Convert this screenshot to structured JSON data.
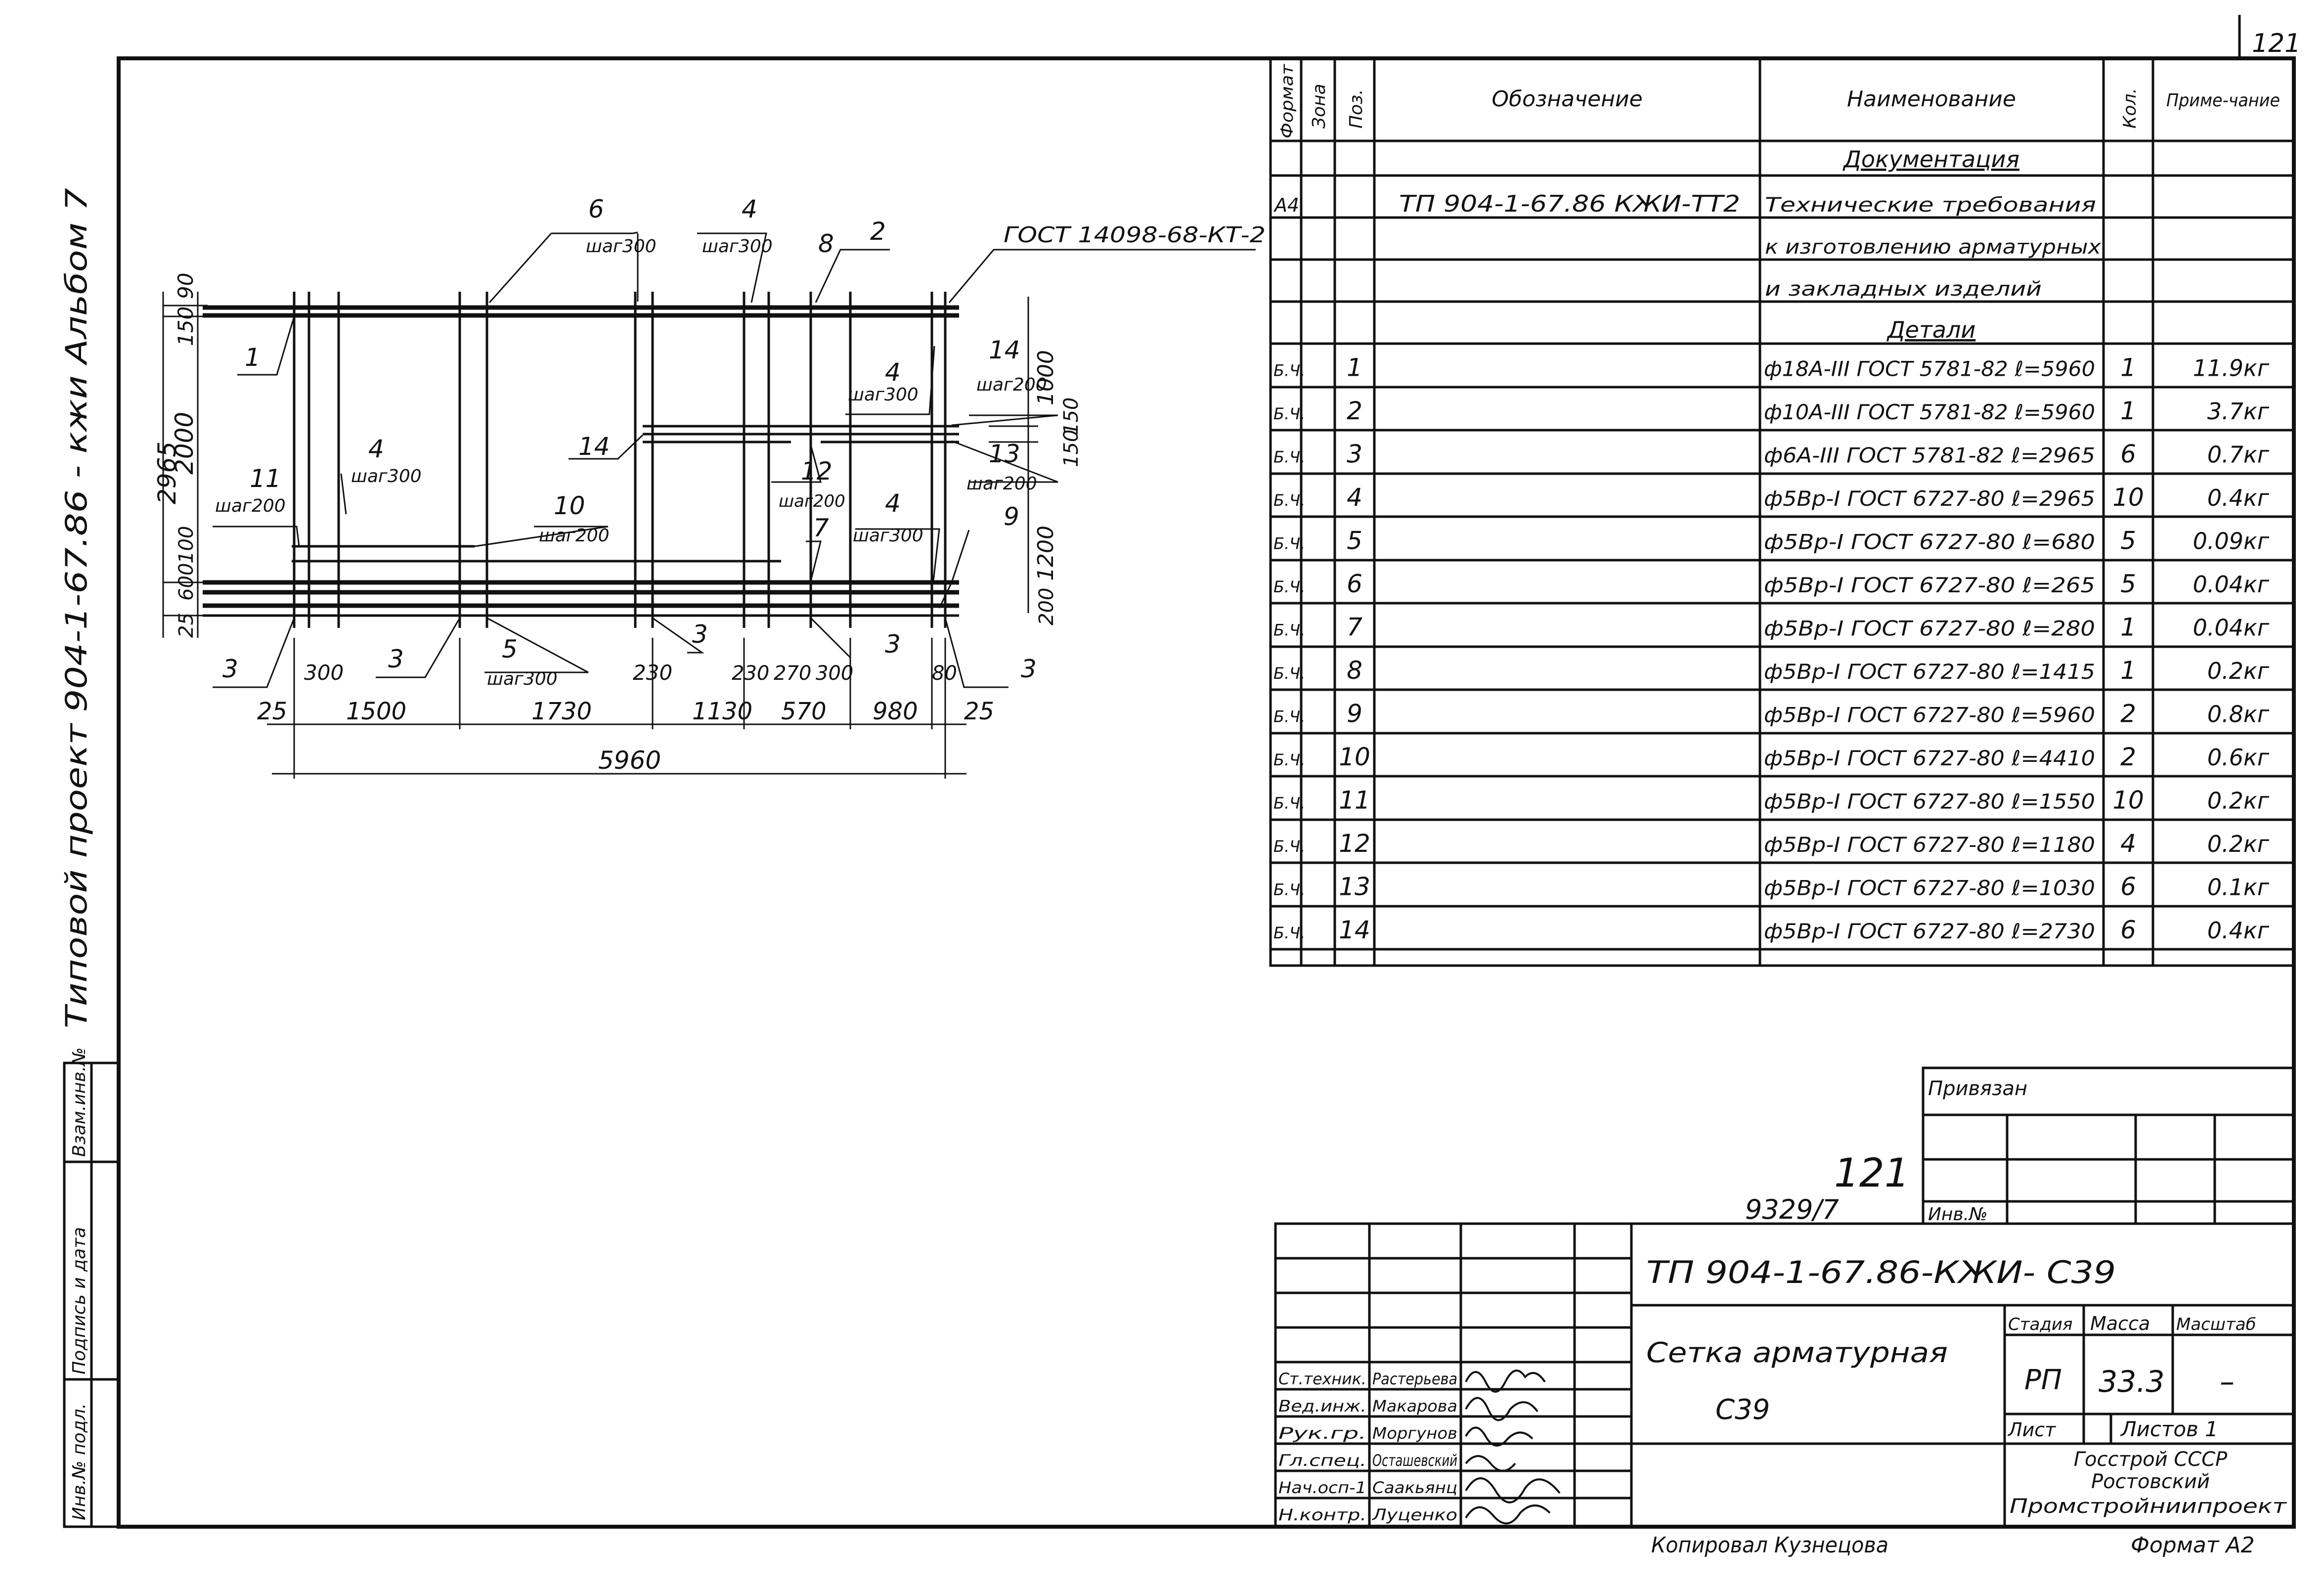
{
  "page_number": "121",
  "side_caption": "Типовой проект 904-1-67.86 - кжи Альбом 7",
  "side_stamp": {
    "col1": "Инв.№ подл.",
    "col2": "Подпись и дата",
    "col3": "Взам.инв.№"
  },
  "spec_table": {
    "headers": {
      "format": "Формат",
      "zone": "Зона",
      "pos": "Поз.",
      "designation": "Обозначение",
      "name": "Наименование",
      "qty": "Кол.",
      "note": "Приме-чание"
    },
    "section_docs": "Документация",
    "doc_format": "А4",
    "doc_designation": "ТП 904-1-67.86 КЖИ-ТТ2",
    "doc_name_lines": [
      "Технические требования",
      "к изготовлению арматурных",
      "и закладных изделий"
    ],
    "section_details": "Детали",
    "rows": [
      {
        "format": "Б.Ч.",
        "pos": "1",
        "name": "ф18А-III ГОСТ 5781-82 ℓ=5960",
        "qty": "1",
        "note": "11.9кг"
      },
      {
        "format": "Б.Ч.",
        "pos": "2",
        "name": "ф10А-III ГОСТ 5781-82 ℓ=5960",
        "qty": "1",
        "note": "3.7кг"
      },
      {
        "format": "Б.Ч.",
        "pos": "3",
        "name": "ф6А-III ГОСТ 5781-82 ℓ=2965",
        "qty": "6",
        "note": "0.7кг"
      },
      {
        "format": "Б.Ч.",
        "pos": "4",
        "name": "ф5Вр-I ГОСТ 6727-80 ℓ=2965",
        "qty": "10",
        "note": "0.4кг"
      },
      {
        "format": "Б.Ч.",
        "pos": "5",
        "name": "ф5Вр-I ГОСТ 6727-80 ℓ=680",
        "qty": "5",
        "note": "0.09кг"
      },
      {
        "format": "Б.Ч.",
        "pos": "6",
        "name": "ф5Вр-I ГОСТ 6727-80 ℓ=265",
        "qty": "5",
        "note": "0.04кг"
      },
      {
        "format": "Б.Ч.",
        "pos": "7",
        "name": "ф5Вр-I ГОСТ 6727-80 ℓ=280",
        "qty": "1",
        "note": "0.04кг"
      },
      {
        "format": "Б.Ч.",
        "pos": "8",
        "name": "ф5Вр-I ГОСТ 6727-80 ℓ=1415",
        "qty": "1",
        "note": "0.2кг"
      },
      {
        "format": "Б.Ч.",
        "pos": "9",
        "name": "ф5Вр-I ГОСТ 6727-80 ℓ=5960",
        "qty": "2",
        "note": "0.8кг"
      },
      {
        "format": "Б.Ч.",
        "pos": "10",
        "name": "ф5Вр-I ГОСТ 6727-80 ℓ=4410",
        "qty": "2",
        "note": "0.6кг"
      },
      {
        "format": "Б.Ч.",
        "pos": "11",
        "name": "ф5Вр-I ГОСТ 6727-80 ℓ=1550",
        "qty": "10",
        "note": "0.2кг"
      },
      {
        "format": "Б.Ч.",
        "pos": "12",
        "name": "ф5Вр-I ГОСТ 6727-80 ℓ=1180",
        "qty": "4",
        "note": "0.2кг"
      },
      {
        "format": "Б.Ч.",
        "pos": "13",
        "name": "ф5Вр-I ГОСТ 6727-80 ℓ=1030",
        "qty": "6",
        "note": "0.1кг"
      },
      {
        "format": "Б.Ч.",
        "pos": "14",
        "name": "ф5Вр-I ГОСТ 6727-80 ℓ=2730",
        "qty": "6",
        "note": "0.4кг"
      }
    ]
  },
  "drawing": {
    "weld_note": "ГОСТ 14098-68-КТ-2",
    "dims_bottom": [
      "25",
      "1500",
      "1730",
      "1130",
      "570",
      "980",
      "25"
    ],
    "dims_gaps": [
      "300",
      "230",
      "230",
      "270",
      "300",
      "80"
    ],
    "dim_total": "5960",
    "dims_left": [
      "150",
      "90",
      "2000",
      "600",
      "100",
      "25"
    ],
    "dim_left_total": "2965",
    "dims_right": [
      "1000",
      "150",
      "150",
      "1200",
      "200"
    ],
    "callouts": [
      {
        "pos": "1"
      },
      {
        "pos": "2"
      },
      {
        "pos": "3"
      },
      {
        "pos": "4",
        "step": "шаг300"
      },
      {
        "pos": "5",
        "step": "шаг300"
      },
      {
        "pos": "6",
        "step": "шаг300"
      },
      {
        "pos": "7"
      },
      {
        "pos": "8"
      },
      {
        "pos": "9"
      },
      {
        "pos": "10",
        "step": "шаг200"
      },
      {
        "pos": "11",
        "step": "шаг200"
      },
      {
        "pos": "12",
        "step": "шаг200"
      },
      {
        "pos": "13",
        "step": "шаг200"
      },
      {
        "pos": "14",
        "step": "шаг200"
      }
    ]
  },
  "stamp_small": {
    "number": "121",
    "inv": "9329/7",
    "privyazan": "Привязан",
    "inv_label": "Инв.№"
  },
  "title_block": {
    "code": "ТП 904-1-67.86-КЖИ- С39",
    "title_line1": "Сетка арматурная",
    "title_line2": "С39",
    "stage_label": "Стадия",
    "mass_label": "Масса",
    "scale_label": "Масштаб",
    "stage": "РП",
    "mass": "33.3",
    "scale": "–",
    "sheet_label": "Лист",
    "sheets_label": "Листов 1",
    "org_line1": "Госстрой СССР",
    "org_line2": "Ростовский",
    "org_line3": "Промстройниипроект",
    "people": [
      {
        "role": "Ст.техник.",
        "name": "Растерьева"
      },
      {
        "role": "Вед.инж.",
        "name": "Макарова"
      },
      {
        "role": "Рук.гр.",
        "name": "Моргунов"
      },
      {
        "role": "Гл.спец.",
        "name": "Осташевский"
      },
      {
        "role": "Нач.осп-1",
        "name": "Саакьянц"
      },
      {
        "role": "Н.контр.",
        "name": "Луценко"
      }
    ]
  },
  "copied_by": "Копировал Кузнецова",
  "format": "Формат А2"
}
